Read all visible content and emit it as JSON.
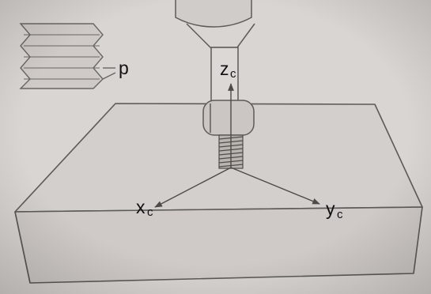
{
  "labels": {
    "pitch": "p",
    "z_axis": "z",
    "z_sub": "c",
    "x_axis": "x",
    "x_sub": "c",
    "y_axis": "y",
    "y_sub": "c"
  },
  "colors": {
    "paper": "#d9d5d2",
    "line": "#5d5a58",
    "shade": "#c4bfbb",
    "text": "#111111"
  }
}
